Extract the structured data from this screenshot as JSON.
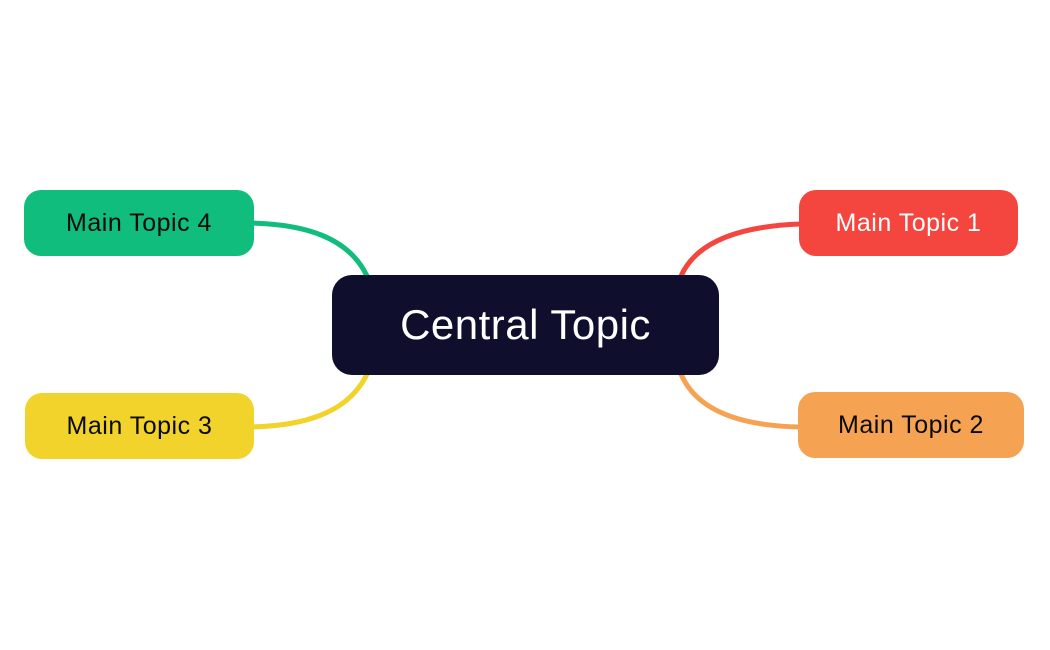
{
  "diagram": {
    "type": "mindmap",
    "background": "#ffffff",
    "central": {
      "label": "Central Topic",
      "bg": "#0f0e2c",
      "text_color": "#ffffff"
    },
    "topics": [
      {
        "label": "Main Topic 1",
        "position": "top-right",
        "bg": "#f4463e",
        "text_color": "#ffffff",
        "connector_color": "#f4463e"
      },
      {
        "label": "Main Topic 2",
        "position": "bottom-right",
        "bg": "#f5a353",
        "text_color": "#0a0a0a",
        "connector_color": "#f5a353"
      },
      {
        "label": "Main Topic 3",
        "position": "bottom-left",
        "bg": "#f1d32b",
        "text_color": "#0a0a0a",
        "connector_color": "#f1d32b"
      },
      {
        "label": "Main Topic 4",
        "position": "top-left",
        "bg": "#10bd7c",
        "text_color": "#0a0a0a",
        "connector_color": "#10bd7c"
      }
    ]
  }
}
